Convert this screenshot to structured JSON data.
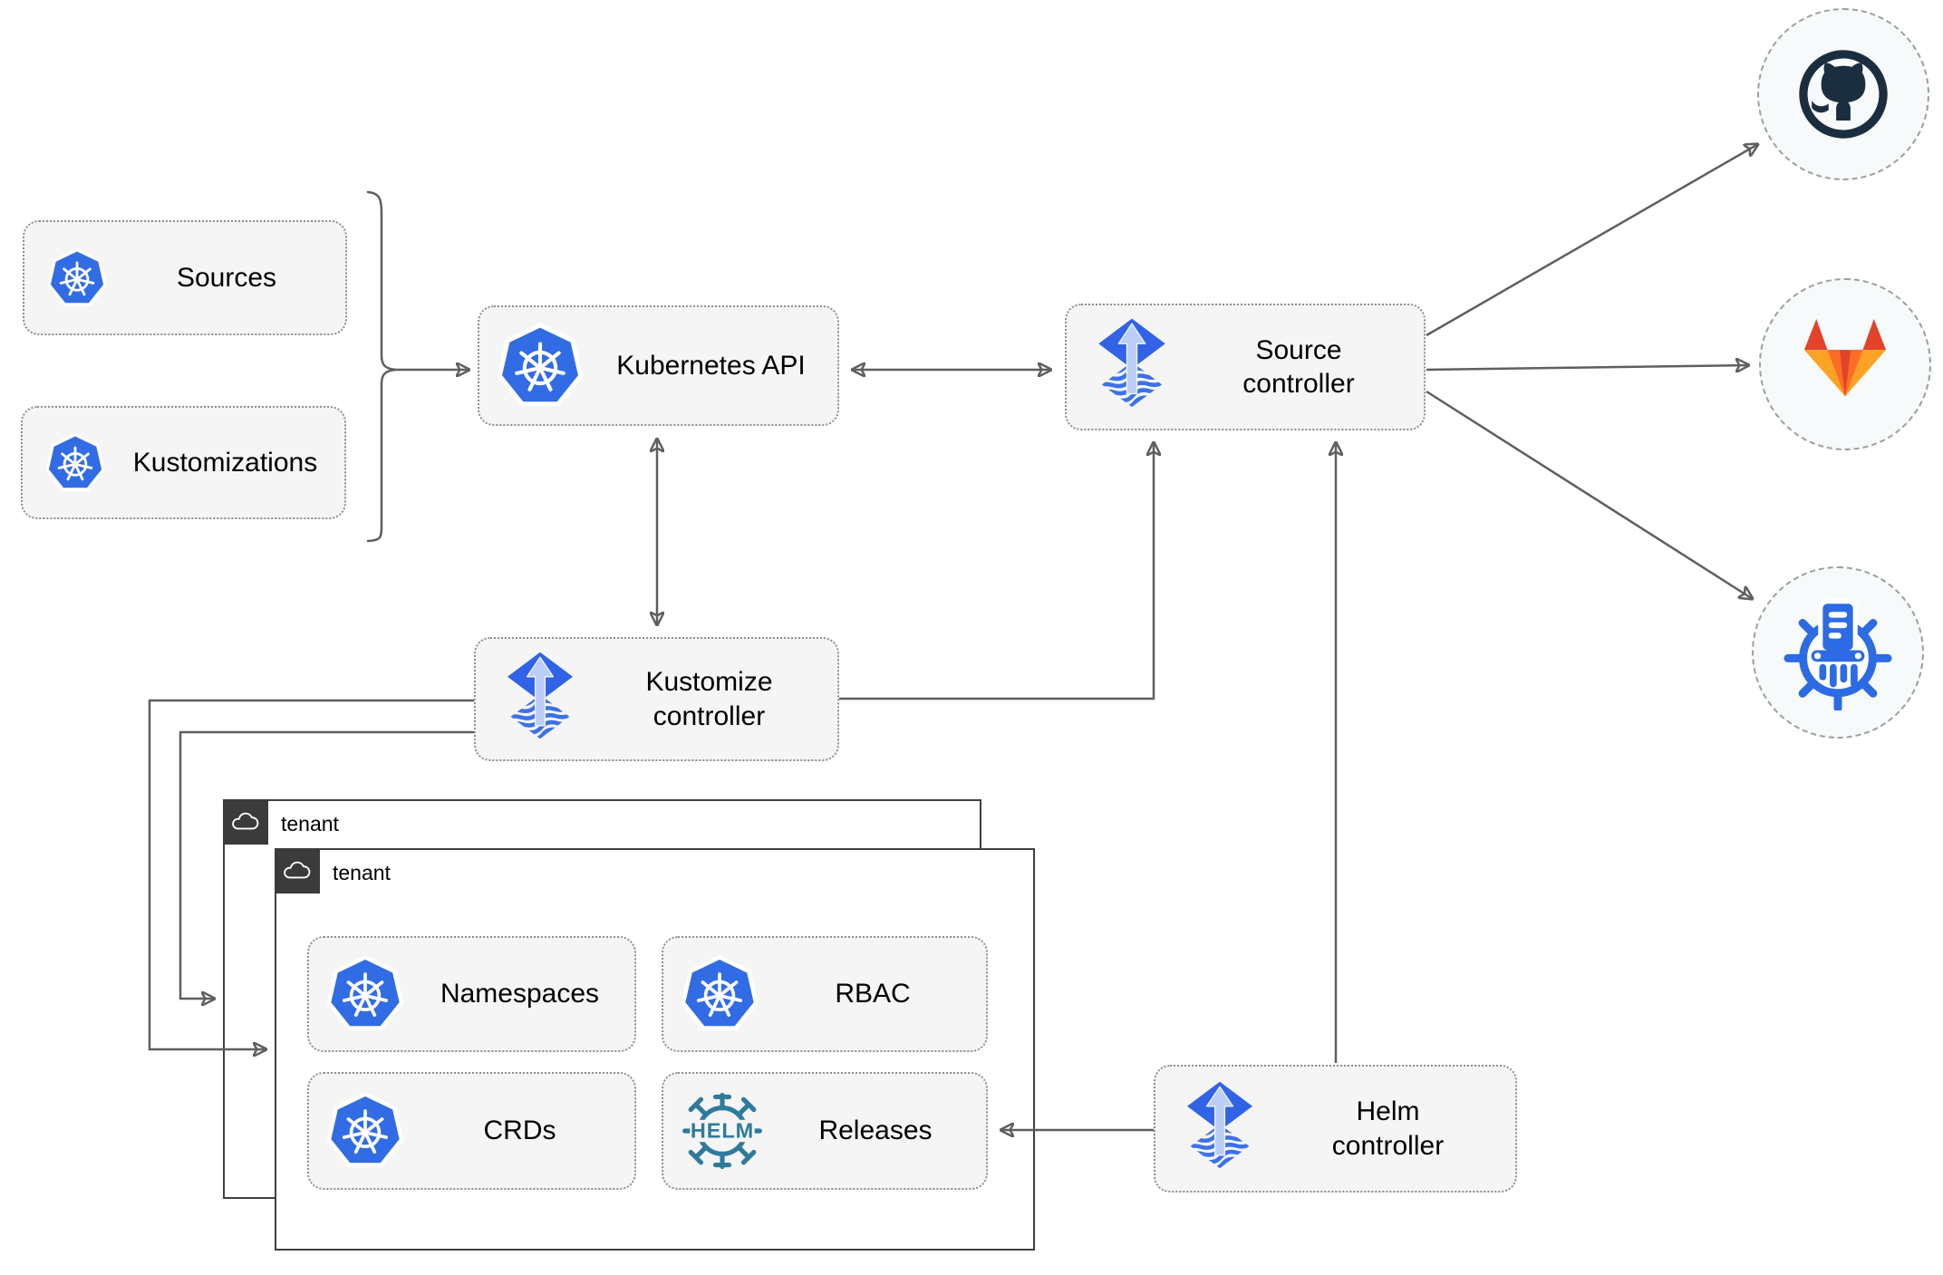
{
  "nodes": {
    "sources": {
      "label": "Sources",
      "icon": "kubernetes-icon"
    },
    "kustomizations": {
      "label": "Kustomizations",
      "icon": "kubernetes-icon"
    },
    "kubernetes_api": {
      "label": "Kubernetes API",
      "icon": "kubernetes-icon"
    },
    "source_controller": {
      "label": "Source controller",
      "icon": "flux-icon"
    },
    "kustomize_controller": {
      "label": "Kustomize controller",
      "icon": "flux-icon"
    },
    "helm_controller": {
      "label": "Helm controller",
      "icon": "flux-icon"
    },
    "tenant_back": {
      "label": "tenant",
      "icon": "cloud-icon"
    },
    "tenant_front": {
      "label": "tenant",
      "icon": "cloud-icon"
    },
    "namespaces": {
      "label": "Namespaces",
      "icon": "kubernetes-icon"
    },
    "rbac": {
      "label": "RBAC",
      "icon": "kubernetes-icon"
    },
    "crds": {
      "label": "CRDs",
      "icon": "kubernetes-icon"
    },
    "releases": {
      "label": "Releases",
      "icon": "helm-icon",
      "logo_text": "HELM"
    }
  },
  "endpoints": {
    "github": {
      "icon": "github-icon"
    },
    "gitlab": {
      "icon": "gitlab-icon"
    },
    "chartmuseum": {
      "icon": "chartmuseum-icon"
    }
  },
  "connections": [
    "sources+kustomizations -> kubernetes_api",
    "kubernetes_api <-> source_controller",
    "kubernetes_api <-> kustomize_controller",
    "kustomize_controller -> source_controller",
    "helm_controller -> source_controller",
    "kustomize_controller -> tenant_front",
    "kustomize_controller -> tenant_back",
    "helm_controller -> releases",
    "source_controller -> github",
    "source_controller -> gitlab",
    "source_controller -> chartmuseum"
  ],
  "colors": {
    "kubernetes_blue": "#326ce5",
    "flux_blue": "#3063e6",
    "flux_arrow_light": "#bccdf8",
    "helm_teal": "#2e7b9c",
    "github_dark": "#1b2e3f",
    "gitlab_red": "#e24329",
    "gitlab_orange": "#fc6d26",
    "gitlab_amber": "#fca326",
    "chartmuseum_blue": "#2d6be4",
    "connector_gray": "#5f5f5f",
    "node_fill": "#f5f5f5",
    "tenant_border": "#404040"
  }
}
